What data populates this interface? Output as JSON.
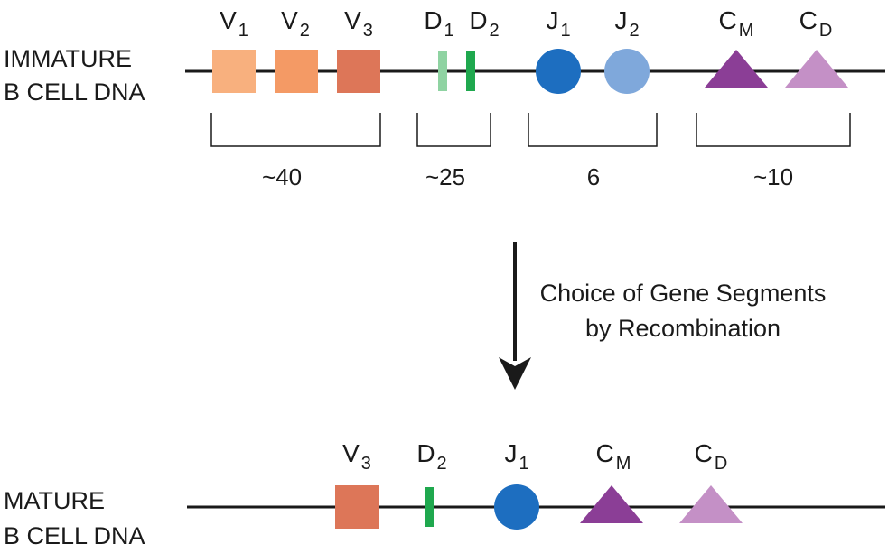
{
  "immature": {
    "label_line1": "IMMATURE",
    "label_line2": "B CELL DNA",
    "segments": [
      {
        "letter": "V",
        "sub": "1",
        "shape": "square",
        "color": "#F8B07E"
      },
      {
        "letter": "V",
        "sub": "2",
        "shape": "square",
        "color": "#F49A65"
      },
      {
        "letter": "V",
        "sub": "3",
        "shape": "square",
        "color": "#DD7658"
      },
      {
        "letter": "D",
        "sub": "1",
        "shape": "bar",
        "color": "#8FD3A2"
      },
      {
        "letter": "D",
        "sub": "2",
        "shape": "bar",
        "color": "#1FA84E"
      },
      {
        "letter": "J",
        "sub": "1",
        "shape": "circle",
        "color": "#1D6EC0"
      },
      {
        "letter": "J",
        "sub": "2",
        "shape": "circle",
        "color": "#7FA8DB"
      },
      {
        "letter": "C",
        "sub": "M",
        "shape": "triangle",
        "color": "#8B3E96"
      },
      {
        "letter": "C",
        "sub": "D",
        "shape": "triangle",
        "color": "#C490C6"
      }
    ],
    "counts": [
      "~40",
      "~25",
      "6",
      "~10"
    ]
  },
  "process": {
    "line1": "Choice of Gene Segments",
    "line2": "by Recombination"
  },
  "mature": {
    "label_line1": "MATURE",
    "label_line2": "B CELL DNA",
    "segments": [
      {
        "letter": "V",
        "sub": "3",
        "shape": "square",
        "color": "#DD7658"
      },
      {
        "letter": "D",
        "sub": "2",
        "shape": "bar",
        "color": "#1FA84E"
      },
      {
        "letter": "J",
        "sub": "1",
        "shape": "circle",
        "color": "#1D6EC0"
      },
      {
        "letter": "C",
        "sub": "M",
        "shape": "triangle",
        "color": "#8B3E96"
      },
      {
        "letter": "C",
        "sub": "D",
        "shape": "triangle",
        "color": "#C490C6"
      }
    ]
  }
}
